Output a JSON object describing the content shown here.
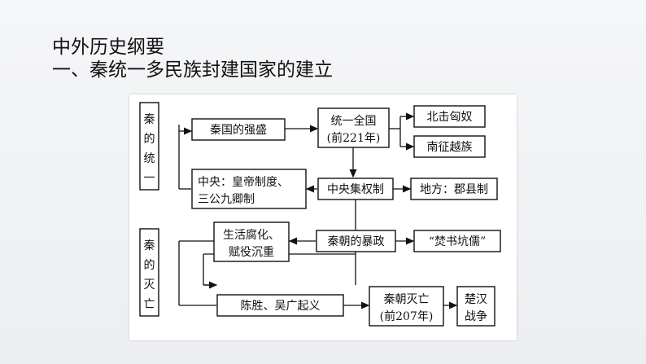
{
  "heading": {
    "line1": "中外历史纲要",
    "line2": "一、秦统一多民族封建国家的建立"
  },
  "diagram": {
    "section_unify": [
      "秦",
      "的",
      "统",
      "一"
    ],
    "section_fall": [
      "秦",
      "的",
      "灭",
      "亡"
    ],
    "qin_rise": "秦国的强盛",
    "unify_country": [
      "统一全国",
      "(前221年)"
    ],
    "north_xiongnu": "北击匈奴",
    "south_yue": "南征越族",
    "central_gov": [
      "中央：皇帝制度、",
      "三公九卿制"
    ],
    "centralization": "中央集权制",
    "local_gov": "地方：郡县制",
    "corruption": [
      "生活腐化、",
      "赋役沉重"
    ],
    "tyranny": "秦朝的暴政",
    "burning_books": "“焚书坑儒”",
    "uprising": "陈胜、吴广起义",
    "qin_fall": [
      "秦朝灭亡",
      "(前207年)"
    ],
    "chu_han_war": [
      "楚汉",
      "战争"
    ]
  }
}
